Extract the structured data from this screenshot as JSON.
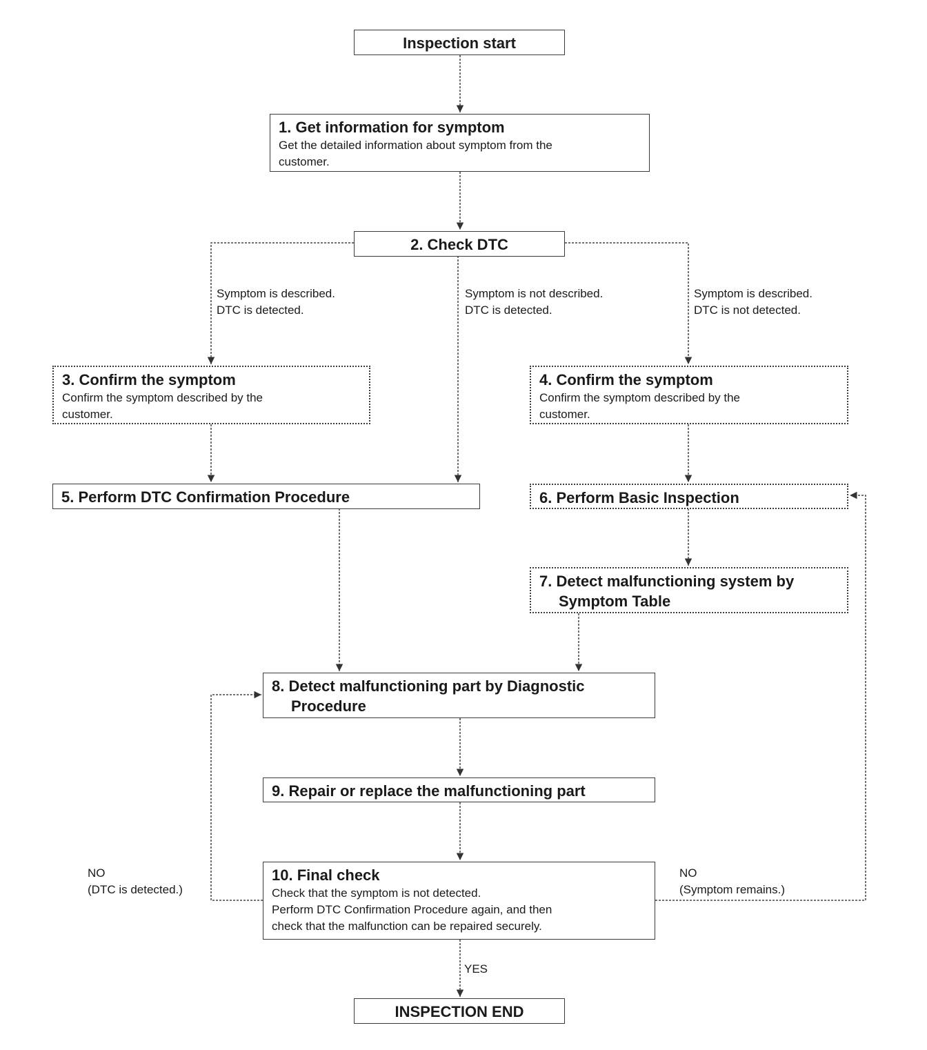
{
  "start": {
    "title": "Inspection start"
  },
  "steps": [
    {
      "title": "1. Get information for symptom",
      "desc": [
        "Get the detailed information about symptom from the",
        "customer."
      ]
    },
    {
      "title": "2. Check DTC"
    },
    {
      "title": "3. Confirm the symptom",
      "desc": [
        "Confirm the symptom described by the",
        "customer."
      ]
    },
    {
      "title": "4. Confirm the symptom",
      "desc": [
        "Confirm the symptom described by the",
        "customer."
      ]
    },
    {
      "title": "5. Perform DTC Confirmation Procedure"
    },
    {
      "title": "6. Perform Basic Inspection"
    },
    {
      "title": "7. Detect malfunctioning system by Symptom Table"
    },
    {
      "title": "8. Detect malfunctioning part by Diagnostic Procedure"
    },
    {
      "title": "9. Repair or replace the malfunctioning part"
    },
    {
      "title": "10. Final check",
      "desc": [
        "Check that the symptom is not detected.",
        "Perform DTC Confirmation Procedure again, and then",
        "check that the malfunction can be repaired securely."
      ]
    }
  ],
  "end": {
    "title": "INSPECTION END"
  },
  "branches": {
    "left": [
      "Symptom is described.",
      "DTC is detected."
    ],
    "middle": [
      "Symptom is not described.",
      "DTC is detected."
    ],
    "right": [
      "Symptom is described.",
      "DTC is not detected."
    ]
  },
  "loops": {
    "no_dtc": [
      "NO",
      "(DTC is detected.)"
    ],
    "no_symptom": [
      "NO",
      "(Symptom remains.)"
    ],
    "yes": "YES"
  }
}
